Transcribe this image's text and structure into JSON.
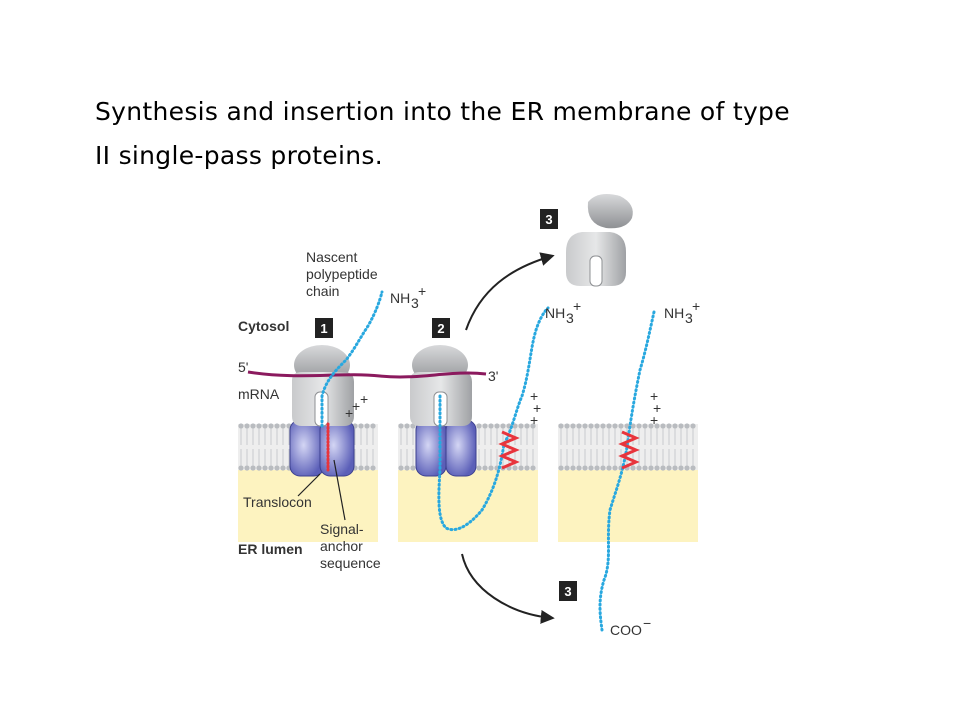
{
  "title": {
    "line1": "Synthesis and insertion into the ER membrane of type",
    "line2": "II single-pass  proteins."
  },
  "labels": {
    "nascent_l1": "Nascent",
    "nascent_l2": "polypeptide",
    "nascent_l3": "chain",
    "cytosol": "Cytosol",
    "five_prime": "5'",
    "mrna": "mRNA",
    "three_prime": "3'",
    "translocon": "Translocon",
    "signal_l1": "Signal-",
    "signal_l2": "anchor",
    "signal_l3": "sequence",
    "er_lumen": "ER lumen",
    "nh3": "NH",
    "nh3_sub": "3",
    "nh3_sup": "+",
    "coo": "COO",
    "coo_sup": "−",
    "plus": "+"
  },
  "steps": [
    "1",
    "2",
    "3",
    "3"
  ],
  "colors": {
    "membrane_band": "#b9bcc0",
    "lumen": "#fdf3c0",
    "chain": "#29a8df",
    "signal_anchor": "#e8343c",
    "mrna": "#8b1a5e",
    "ribosome": "#a9abae",
    "translocon": "#6f73c6",
    "step_box": "#222222",
    "arrow": "#222222"
  },
  "icons": [
    "ribosome-icon",
    "translocon-icon",
    "membrane-icon",
    "arrow-icon"
  ]
}
